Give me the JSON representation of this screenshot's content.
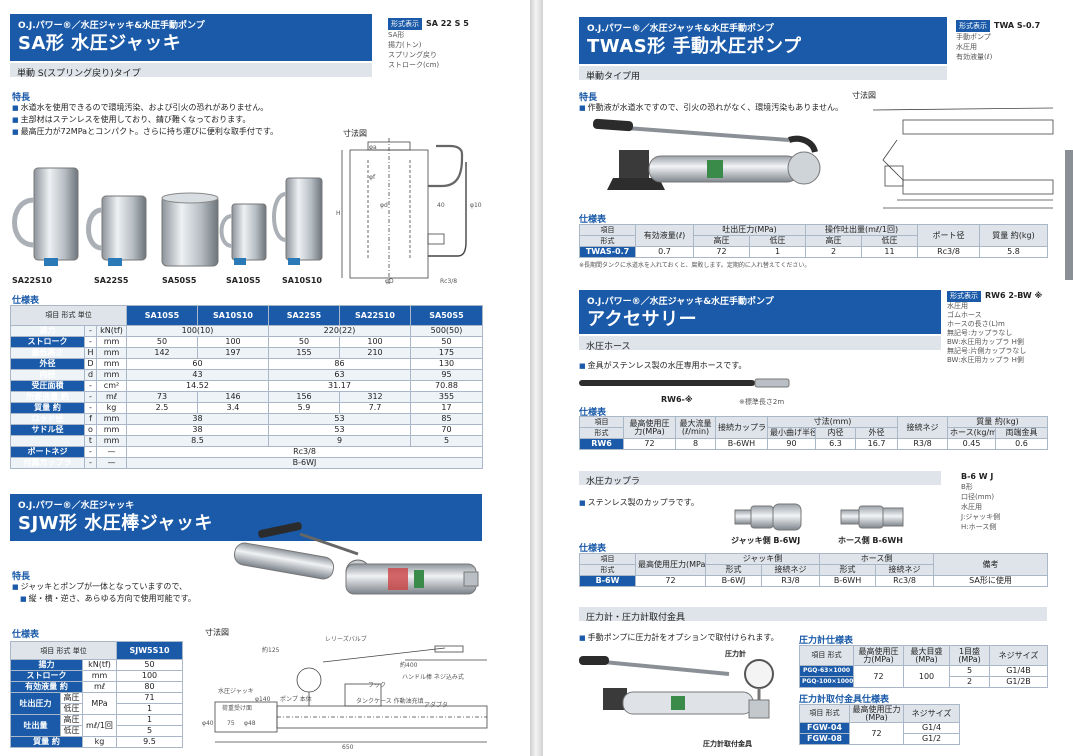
{
  "left": {
    "sa": {
      "subtitle": "O.J.パワー®／水圧ジャッキ&水圧手動ポンプ",
      "title": "SA形 水圧ジャッキ",
      "type_band": "単動 S(スプリング戻り)タイプ",
      "code": {
        "tag": "形式表示",
        "value": "SA 22 S 5",
        "lines": [
          "SA形",
          "揚力(トン)",
          "スプリング戻り",
          "ストローク(cm)"
        ]
      },
      "features_title": "特長",
      "features": [
        "水道水を使用できるので環境汚染、および引火の恐れがありません。",
        "主部材はステンレスを使用しており、錆び難くなっております。",
        "最高圧力が72MPaとコンパクト。さらに持ち運びに便利な取手付です。"
      ],
      "dim_title": "寸法図",
      "photo_labels": [
        "SA22S10",
        "SA22S5",
        "SA50S5",
        "SA10S5",
        "SA10S10"
      ],
      "dim_labels": {
        "phi_a": "φa",
        "phi_b": "φb",
        "phi_d": "φd",
        "phi_f": "φf",
        "h": "H",
        "dim40": "40",
        "dim10": "φ10",
        "phi_d2": "φD",
        "rc": "Rc3/8"
      },
      "spec_title": "仕様表",
      "spec": {
        "corner_top": "項目",
        "corner_mid": "形式",
        "corner_unit": "単位",
        "models": [
          "SA10S5",
          "SA10S10",
          "SA22S5",
          "SA22S10",
          "SA50S5"
        ],
        "rows": [
          {
            "label": "揚力",
            "sym": "-",
            "unit": "kN(tf)",
            "cells": [
              {
                "v": "100(10)",
                "span": 2
              },
              {
                "v": "220(22)",
                "span": 2
              },
              {
                "v": "500(50)",
                "span": 1
              }
            ]
          },
          {
            "label": "ストローク",
            "sym": "-",
            "unit": "mm",
            "cells": [
              {
                "v": "50",
                "span": 1
              },
              {
                "v": "100",
                "span": 1
              },
              {
                "v": "50",
                "span": 1
              },
              {
                "v": "100",
                "span": 1
              },
              {
                "v": "50",
                "span": 1
              }
            ]
          },
          {
            "label": "最低高さ",
            "sym": "H",
            "unit": "mm",
            "cells": [
              {
                "v": "142",
                "span": 1
              },
              {
                "v": "197",
                "span": 1
              },
              {
                "v": "155",
                "span": 1
              },
              {
                "v": "210",
                "span": 1
              },
              {
                "v": "175",
                "span": 1
              }
            ]
          },
          {
            "label": "外径",
            "sym": "D",
            "unit": "mm",
            "cells": [
              {
                "v": "60",
                "span": 2
              },
              {
                "v": "86",
                "span": 2
              },
              {
                "v": "130",
                "span": 1
              }
            ]
          },
          {
            "label": "内径",
            "sym": "d",
            "unit": "mm",
            "cells": [
              {
                "v": "43",
                "span": 2
              },
              {
                "v": "63",
                "span": 2
              },
              {
                "v": "95",
                "span": 1
              }
            ]
          },
          {
            "label": "受圧面積",
            "sym": "-",
            "unit": "cm²",
            "cells": [
              {
                "v": "14.52",
                "span": 2
              },
              {
                "v": "31.17",
                "span": 2
              },
              {
                "v": "70.88",
                "span": 1
              }
            ]
          },
          {
            "label": "所要液量 約",
            "sym": "-",
            "unit": "mℓ",
            "cells": [
              {
                "v": "73",
                "span": 1
              },
              {
                "v": "146",
                "span": 1
              },
              {
                "v": "156",
                "span": 1
              },
              {
                "v": "312",
                "span": 1
              },
              {
                "v": "355",
                "span": 1
              }
            ]
          },
          {
            "label": "質量 約",
            "sym": "-",
            "unit": "kg",
            "cells": [
              {
                "v": "2.5",
                "span": 1
              },
              {
                "v": "3.4",
                "span": 1
              },
              {
                "v": "5.9",
                "span": 1
              },
              {
                "v": "7.7",
                "span": 1
              },
              {
                "v": "17",
                "span": 1
              }
            ]
          },
          {
            "label": "ロッド径",
            "sym": "f",
            "unit": "mm",
            "cells": [
              {
                "v": "38",
                "span": 2
              },
              {
                "v": "53",
                "span": 2
              },
              {
                "v": "85",
                "span": 1
              }
            ]
          },
          {
            "label": "サドル径",
            "sym": "o",
            "unit": "mm",
            "cells": [
              {
                "v": "38",
                "span": 2
              },
              {
                "v": "53",
                "span": 2
              },
              {
                "v": "70",
                "span": 1
              }
            ]
          },
          {
            "label": "",
            "sym": "t",
            "unit": "mm",
            "cells": [
              {
                "v": "8.5",
                "span": 2
              },
              {
                "v": "9",
                "span": 2
              },
              {
                "v": "5",
                "span": 1
              }
            ]
          },
          {
            "label": "ポートネジ",
            "sym": "-",
            "unit": "—",
            "cells": [
              {
                "v": "Rc3/8",
                "span": 5
              }
            ]
          },
          {
            "label": "付属カップラ",
            "sym": "-",
            "unit": "—",
            "cells": [
              {
                "v": "B-6WJ",
                "span": 5
              }
            ]
          }
        ]
      }
    },
    "sjw": {
      "subtitle": "O.J.パワー®／水圧ジャッキ",
      "title": "SJW形 水圧棒ジャッキ",
      "features_title": "特長",
      "features": [
        "ジャッキとポンプが一体となっていますので、",
        "縦・横・逆さ、あらゆる方向で使用可能です。"
      ],
      "dim_title": "寸法図",
      "dim_labels": {
        "release": "レリーズバルブ",
        "d1400": "約400",
        "hook": "フック",
        "handle": "ハンドル棒 ネジ込み式",
        "jack": "水圧ジャッキ",
        "pump": "ポンプ 本体",
        "tank": "タンクケース 作動油充填",
        "adapter": "アダプタ",
        "load": "荷重受け面",
        "d650": "650",
        "d125": "約125",
        "d140": "φ140",
        "d40": "φ40",
        "d75": "75",
        "d48": "φ48"
      },
      "spec_title": "仕様表",
      "spec": {
        "corner_top": "項目",
        "corner_mid": "形式",
        "corner_unit": "単位",
        "model": "SJW5S10",
        "rows": [
          {
            "label": "揚力",
            "sub": "",
            "unit": "kN(tf)",
            "v": "50"
          },
          {
            "label": "ストローク",
            "sub": "",
            "unit": "mm",
            "v": "100"
          },
          {
            "label": "有効液量 約",
            "sub": "",
            "unit": "mℓ",
            "v": "80"
          },
          {
            "label": "吐出圧力",
            "sub": "高圧",
            "unit": "MPa",
            "v": "71"
          },
          {
            "label": "",
            "sub": "低圧",
            "unit": "",
            "v": "1"
          },
          {
            "label": "吐出量",
            "sub": "高圧",
            "unit": "mℓ/1回",
            "v": "1"
          },
          {
            "label": "",
            "sub": "低圧",
            "unit": "",
            "v": "5"
          },
          {
            "label": "質量 約",
            "sub": "",
            "unit": "kg",
            "v": "9.5"
          }
        ]
      }
    }
  },
  "right": {
    "twas": {
      "subtitle": "O.J.パワー®／水圧ジャッキ&水圧手動ポンプ",
      "title": "TWAS形 手動水圧ポンプ",
      "type_band": "単動タイプ用",
      "code": {
        "tag": "形式表示",
        "value": "TWA S-0.7",
        "lines": [
          "手動ポンプ",
          "水圧用",
          "有効液量(ℓ)"
        ]
      },
      "features_title": "特長",
      "features": [
        "作動液が水道水ですので、引火の恐れがなく、環境汚染もありません。"
      ],
      "dim_title": "寸法図",
      "spec_title": "仕様表",
      "spec": {
        "h_model": "形式",
        "h_item": "項目",
        "h_eff": "有効液量(ℓ)",
        "h_press": "吐出圧力(MPa)",
        "h_vol": "操作吐出量(mℓ/1回)",
        "h_port": "ポート径",
        "h_mass": "質量 約(kg)",
        "h_hi": "高圧",
        "h_lo": "低圧",
        "row": {
          "model": "TWAS-0.7",
          "eff": "0.7",
          "p_hi": "72",
          "p_lo": "1",
          "v_hi": "2",
          "v_lo": "11",
          "port": "Rc3/8",
          "mass": "5.8"
        }
      },
      "note": "※長期間タンクに水道水を入れておくと、腐敗します。定期的に入れ替えてください。"
    },
    "acc": {
      "subtitle": "O.J.パワー®／水圧ジャッキ&水圧手動ポンプ",
      "title": "アクセサリー",
      "hose_band": "水圧ホース",
      "code": {
        "tag": "形式表示",
        "value": "RW6 2-BW ※",
        "lines": [
          "水圧用",
          "ゴムホース",
          "ホースの長さ(L)m",
          "無記号:カップラなし",
          "BW:水圧用カップラ H側",
          "無記号:片側カップラなし",
          "BW:水圧用カップラ H側"
        ]
      },
      "hose_feature": "金具がステンレス製の水圧専用ホースです。",
      "hose_caption": "RW6-※",
      "hose_note": "※標準長さ2m",
      "hose_spec_title": "仕様表",
      "hose_spec": {
        "h_item": "項目",
        "h_model": "形式",
        "h_press": "最高使用圧力(MPa)",
        "h_flow": "最大流量(ℓ/min)",
        "h_coup": "接続カップラ",
        "h_dim": "寸法(mm)",
        "h_bend": "最小曲げ半径",
        "h_in": "内径",
        "h_out": "外径",
        "h_thread": "接続ネジ",
        "h_mass": "質量 約(kg)",
        "h_hose": "ホース(kg/m)",
        "h_both": "両端金具",
        "row": {
          "model": "RW6",
          "press": "72",
          "flow": "8",
          "coup": "B-6WH",
          "bend": "90",
          "in": "6.3",
          "out": "16.7",
          "thread": "R3/8",
          "hose": "0.45",
          "both": "0.6"
        }
      },
      "coupler_band": "水圧カップラ",
      "coupler_code": {
        "value": "B-6 W J",
        "lines": [
          "B形",
          "口径(mm)",
          "水圧用",
          "J:ジャッキ側",
          "H:ホース側"
        ]
      },
      "coupler_feature": "ステンレス製のカップラです。",
      "coupler_caption_j": "ジャッキ側 B-6WJ",
      "coupler_caption_h": "ホース側 B-6WH",
      "coupler_spec_title": "仕様表",
      "coupler_spec": {
        "h_item": "項目",
        "h_model": "形式",
        "h_press": "最高使用圧力(MPa)",
        "h_jack": "ジャッキ側",
        "h_hose": "ホース側",
        "h_type": "形式",
        "h_thread": "接続ネジ",
        "h_note": "備考",
        "row": {
          "model": "B-6W",
          "press": "72",
          "j_type": "B-6WJ",
          "j_thread": "R3/8",
          "h_type": "B-6WH",
          "h_thread": "Rc3/8",
          "note": "SA形に使用"
        }
      },
      "gauge_band": "圧力計・圧力計取付金具",
      "gauge_feature": "手動ポンプに圧力計をオプションで取付けられます。",
      "gauge_labels": {
        "gauge": "圧力計",
        "mount": "圧力計取付金具"
      },
      "gauge_spec_title": "圧力計仕様表",
      "gauge_spec": {
        "h_item": "項目",
        "h_model": "形式",
        "h_press": "最高使用圧力(MPa)",
        "h_max": "最大目盛(MPa)",
        "h_div": "1目盛(MPa)",
        "h_size": "ネジサイズ",
        "rows": [
          {
            "model": "PGQ-63×1000",
            "press": "72",
            "max": "100",
            "div": "5",
            "size": "G1/4B"
          },
          {
            "model": "PGQ-100×1000",
            "press": "",
            "max": "",
            "div": "2",
            "size": "G1/2B"
          }
        ]
      },
      "mount_spec_title": "圧力計取付金具仕様表",
      "mount_spec": {
        "h_item": "項目",
        "h_model": "形式",
        "h_press": "最高使用圧力(MPa)",
        "h_size": "ネジサイズ",
        "rows": [
          {
            "model": "FGW-04",
            "press": "72",
            "size": "G1/4"
          },
          {
            "model": "FGW-08",
            "press": "",
            "size": "G1/2"
          }
        ]
      }
    }
  },
  "colors": {
    "brand": "#1a5aa8",
    "subband": "#dfe4ea"
  }
}
